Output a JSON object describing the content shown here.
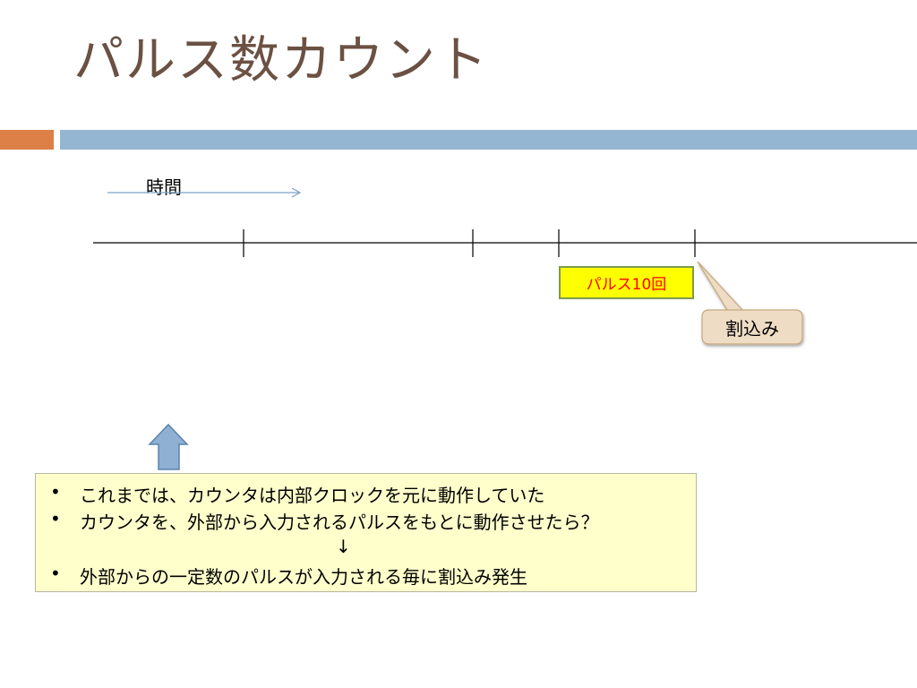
{
  "slide": {
    "title": "パルス数カウント",
    "time_label": "時間",
    "pulse_label": "パルス10回",
    "callout_label": "割込み",
    "bullet_char": "•",
    "lines": [
      "これまでは、カウンタは内部クロックを元に動作していた",
      "カウンタを、外部から入力されるパルスをもとに動作させたら？",
      "↓",
      "外部からの一定数のパルスが入力される毎に割込み発生"
    ]
  },
  "colors": {
    "title": "#6b5143",
    "accent_orange": "#dd8047",
    "accent_blue": "#94b6d2",
    "pulse_fill": "#ffff00",
    "pulse_text": "#ff0000",
    "callout_fill": "#eedcc4",
    "arrow_fill": "#8fb0d3",
    "box_fill": "#ffffcc"
  }
}
